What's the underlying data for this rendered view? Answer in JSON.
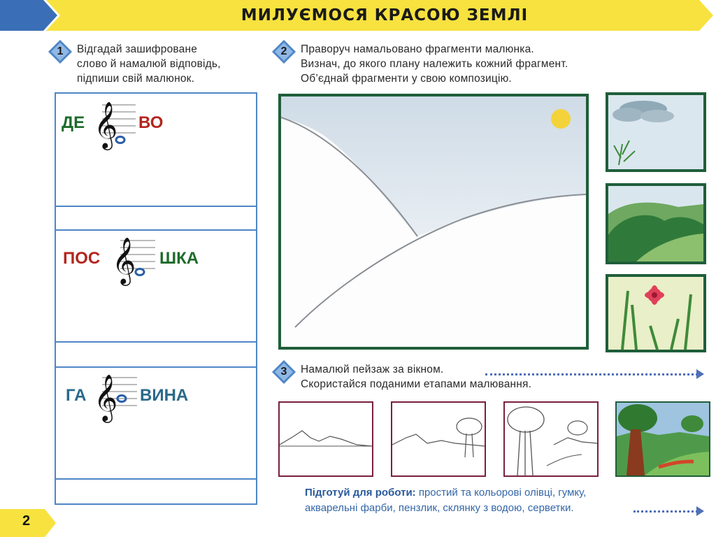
{
  "header": {
    "title": "МИЛУЄМОСЯ КРАСОЮ ЗЕМЛІ"
  },
  "colors": {
    "header_yellow": "#f7e23f",
    "header_blue": "#3a6fb8",
    "frame_green": "#1f5e3a",
    "riddle_blue": "#4f86c6",
    "step_frame": "#7a2040",
    "prep_blue": "#3466a8"
  },
  "task1": {
    "number": "1",
    "lines": [
      "Відгадай зашифроване",
      "слово й намалюй відповідь,",
      "підпиши свій малюнок."
    ],
    "riddles": [
      {
        "left": "ДЕ",
        "right": "ВО",
        "note": "o",
        "left_color": "#1e6b2a",
        "right_color": "#b3261e"
      },
      {
        "left": "ПОС",
        "right": "ШКА",
        "note": "o",
        "left_color": "#b3261e",
        "right_color": "#1e6b2a"
      },
      {
        "left": "ГА",
        "right": "ВИНА",
        "note": "o",
        "left_color": "#2a6a8a",
        "right_color": "#2a6a8a"
      }
    ]
  },
  "task2": {
    "number": "2",
    "lines": [
      "Праворуч намальовано фрагменти малюнка.",
      "Визнач, до якого плану належить кожний фрагмент.",
      "Об’єднай фрагменти у свою композицію."
    ],
    "fragments": [
      "sky-with-cloud-fragment",
      "hills-with-trees-fragment",
      "flower-with-grass-fragment"
    ]
  },
  "task3": {
    "number": "3",
    "lines": [
      "Намалюй пейзаж за вікном.",
      "Скористайся поданими етапами малювання."
    ],
    "steps": [
      "step-1-mountains",
      "step-2-tree-outline",
      "step-3-tree-detail",
      "step-4-colored"
    ]
  },
  "prep": {
    "label": "Підготуй для роботи:",
    "line1": " простий та кольорові олівці, гумку,",
    "line2": "акварельні фарби, пензлик, склянку з водою, серветки."
  },
  "footer": {
    "page_number": "2"
  }
}
